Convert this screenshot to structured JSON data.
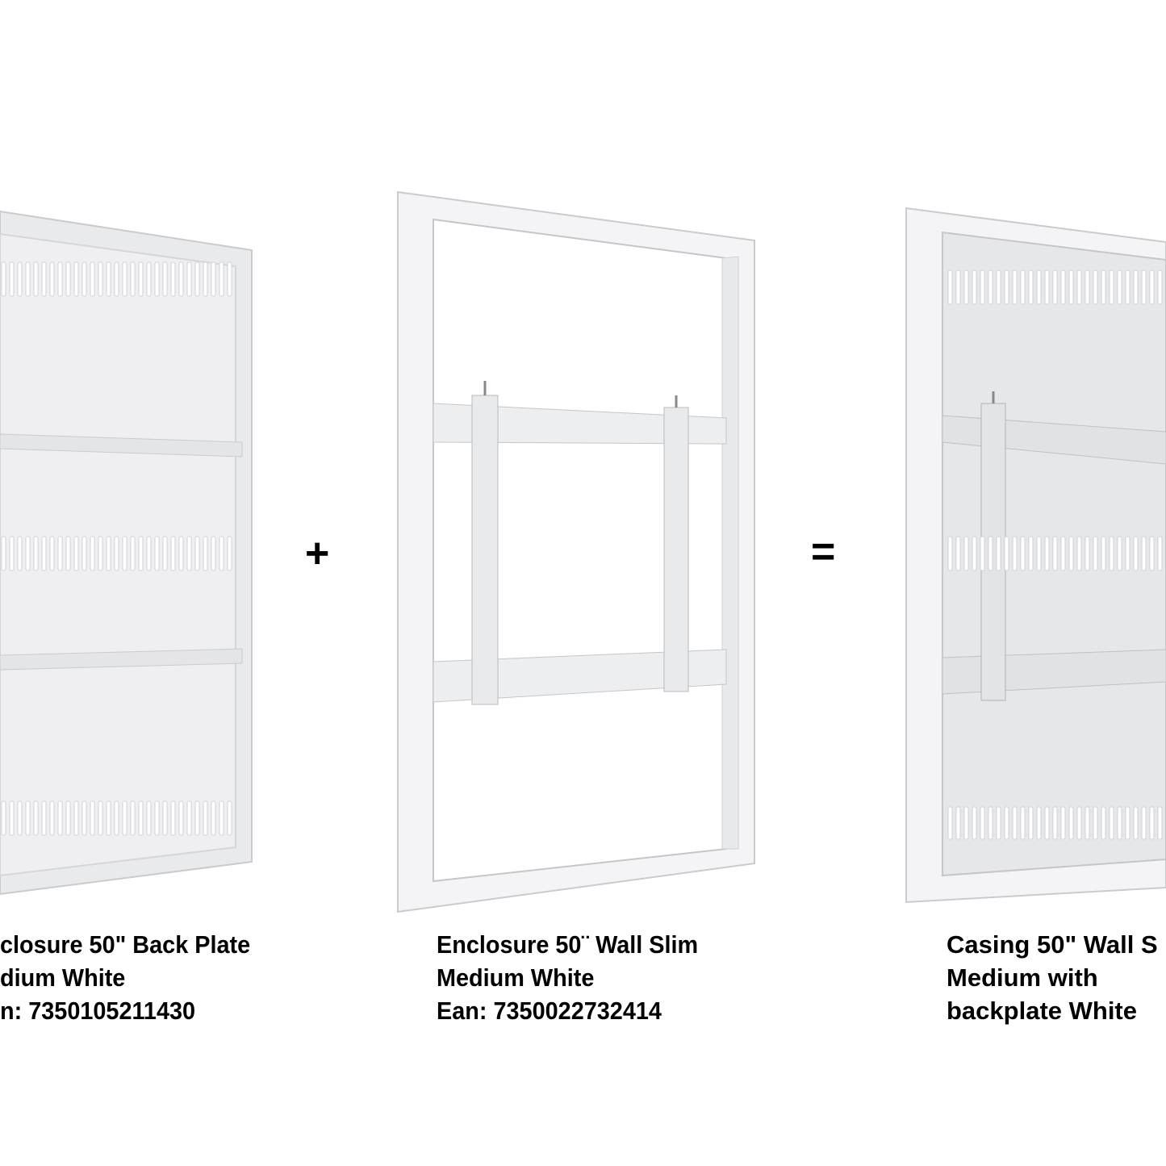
{
  "products": [
    {
      "name": "back-plate",
      "lines": [
        "closure 50\" Back Plate",
        "dium White",
        "n: 7350105211430"
      ]
    },
    {
      "name": "wall-slim",
      "lines": [
        "Enclosure 50¨ Wall Slim",
        "Medium White",
        "Ean: 7350022732414"
      ]
    },
    {
      "name": "casing-with-backplate",
      "lines": [
        "Casing 50\" Wall S",
        "Medium with",
        "backplate White"
      ]
    }
  ],
  "operators": {
    "plus": "+",
    "equals": "="
  },
  "colors": {
    "panel": "#eeeff1",
    "frame": "#f6f6f7",
    "edge": "#c9cbcf",
    "slot": "#ffffff",
    "text": "#000000"
  }
}
